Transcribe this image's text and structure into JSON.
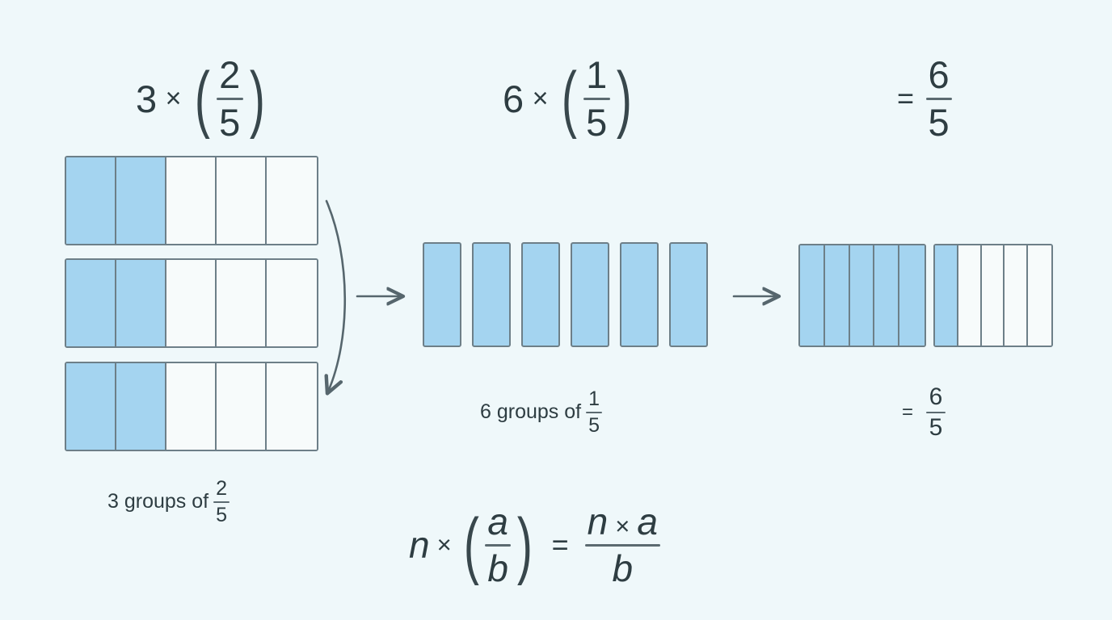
{
  "background_color": "#eff8fa",
  "ink_color": "#2e3d42",
  "fill_color": "#a4d4f0",
  "stroke_color": "#6d7f88",
  "headers": {
    "left": {
      "multiplier": "3",
      "times": "×",
      "numerator": "2",
      "denominator": "5"
    },
    "middle": {
      "multiplier": "6",
      "times": "×",
      "numerator": "1",
      "denominator": "5"
    },
    "right": {
      "equals": "=",
      "numerator": "6",
      "denominator": "5"
    }
  },
  "captions": {
    "left": {
      "text": "3 groups of",
      "numerator": "2",
      "denominator": "5"
    },
    "middle": {
      "text": "6 groups of",
      "numerator": "1",
      "denominator": "5"
    },
    "right": {
      "equals": "=",
      "numerator": "6",
      "denominator": "5"
    }
  },
  "formula": {
    "n": "n",
    "times1": "×",
    "a": "a",
    "b": "b",
    "equals": "=",
    "rn": "n",
    "times2": "×",
    "ra": "a",
    "rb": "b"
  },
  "chart_data": {
    "type": "bar",
    "title": "3 × (2/5) = 6 × (1/5) = 6/5",
    "groups": [
      {
        "name": "3 groups of 2/5",
        "rows": 3,
        "cells_per_row": 5,
        "filled_per_row": 2,
        "total_filled": 6,
        "value": "6/5"
      },
      {
        "name": "6 groups of 1/5",
        "units": 6,
        "unit_value": "1/5",
        "value": "6/5"
      },
      {
        "name": "= 6/5",
        "whole_bars": 2,
        "cells_per_bar": 5,
        "filled": [
          5,
          1
        ],
        "total_filled": 6,
        "value": "6/5"
      }
    ]
  }
}
